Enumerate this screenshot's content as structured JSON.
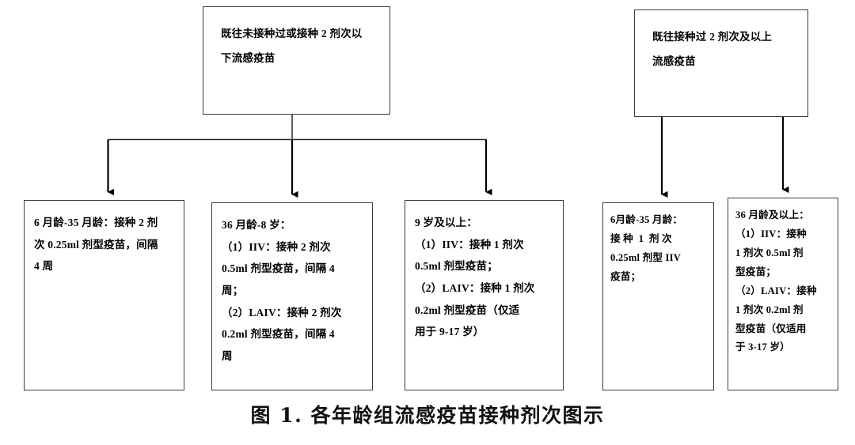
{
  "figure": {
    "caption": "图 1. 各年龄组流感疫苗接种剂次图示",
    "type": "flowchart",
    "ink_color": "#3b3b3b",
    "background": "#ffffff"
  },
  "branches": {
    "left": {
      "root_label": "既往未接种过或接种 2 剂次以\n下流感疫苗",
      "leaves": [
        {
          "id": "leaf-1",
          "label": "6 月龄-35 月龄：接种 2 剂\n次 0.25ml 剂型疫苗，间隔\n4 周"
        },
        {
          "id": "leaf-2",
          "label": "36 月龄-8 岁：\n（1）IIV：接种 2 剂次\n0.5ml 剂型疫苗，间隔 4\n周；\n（2）LAIV：接种 2 剂次\n0.2ml 剂型疫苗，间隔 4\n周"
        },
        {
          "id": "leaf-3",
          "label": "9 岁及以上：\n（1）IIV：接种 1 剂次\n0.5ml 剂型疫苗；\n（2）LAIV：接种 1 剂次\n0.2ml 剂型疫苗（仅适\n用于 9-17 岁）"
        }
      ]
    },
    "right": {
      "root_label": "既往接种过 2 剂次及以上\n流感疫苗",
      "leaves": [
        {
          "id": "leaf-4",
          "label": "6月龄-35 月龄：\n接 种  1  剂 次\n0.25ml 剂型 IIV\n疫苗；"
        },
        {
          "id": "leaf-5",
          "label": "36 月龄及以上：\n（1）IIV：接种\n1 剂次 0.5ml 剂\n型疫苗；\n（2）LAIV：接种\n1 剂次 0.2ml 剂\n型疫苗（仅适用\n于 3-17 岁）"
        }
      ]
    }
  }
}
